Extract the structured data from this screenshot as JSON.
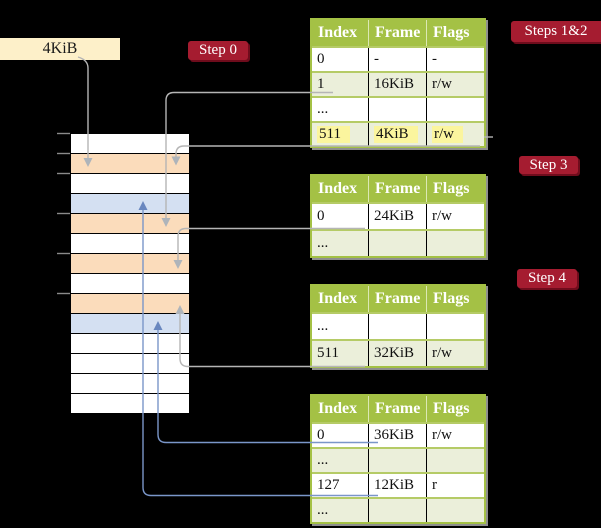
{
  "page_size_box": {
    "label": "4KiB"
  },
  "step_labels": {
    "step0": "Step 0",
    "steps12": "Steps 1&2",
    "step3": "Step 3",
    "step4": "Step 4"
  },
  "memory": {
    "rows": [
      "white",
      "orange",
      "white",
      "blue",
      "orange",
      "white",
      "orange",
      "white",
      "orange",
      "blue",
      "white",
      "white",
      "white",
      "white"
    ]
  },
  "tables": [
    {
      "name": "page-table-steps-1-2",
      "headers": [
        "Index",
        "Frame",
        "Flags"
      ],
      "rows": [
        {
          "cells": [
            "0",
            "-",
            "-"
          ]
        },
        {
          "cells": [
            "1",
            "16KiB",
            "r/w"
          ]
        },
        {
          "cells": [
            "...",
            "",
            ""
          ]
        },
        {
          "cells": [
            "511",
            "4KiB",
            "r/w"
          ],
          "highlight": true
        }
      ]
    },
    {
      "name": "page-table-step-3",
      "headers": [
        "Index",
        "Frame",
        "Flags"
      ],
      "rows": [
        {
          "cells": [
            "0",
            "24KiB",
            "r/w"
          ]
        },
        {
          "cells": [
            "...",
            "",
            ""
          ]
        }
      ]
    },
    {
      "name": "page-table-step-4",
      "headers": [
        "Index",
        "Frame",
        "Flags"
      ],
      "rows": [
        {
          "cells": [
            "...",
            "",
            ""
          ]
        },
        {
          "cells": [
            "511",
            "32KiB",
            "r/w"
          ]
        }
      ]
    },
    {
      "name": "page-table-final",
      "headers": [
        "Index",
        "Frame",
        "Flags"
      ],
      "rows": [
        {
          "cells": [
            "0",
            "36KiB",
            "r/w"
          ]
        },
        {
          "cells": [
            "...",
            "",
            ""
          ]
        },
        {
          "cells": [
            "127",
            "12KiB",
            "r"
          ]
        },
        {
          "cells": [
            "...",
            "",
            ""
          ]
        }
      ]
    }
  ],
  "connectors": [
    {
      "name": "4kib-box-to-frame-4k",
      "color": "#b5b5b5"
    },
    {
      "name": "pt1-entry1-to-frame-16k",
      "color": "#b5b5b5"
    },
    {
      "name": "pt1-entry511-to-frame-4k",
      "color": "#b5b5b5"
    },
    {
      "name": "pt2-entry0-to-frame-24k",
      "color": "#b5b5b5"
    },
    {
      "name": "pt3-entry511-to-frame-32k",
      "color": "#b5b5b5"
    },
    {
      "name": "pt4-entry0-to-frame-36k",
      "color": "#7a96c9"
    },
    {
      "name": "pt4-entry127-to-frame-12k",
      "color": "#7a96c9"
    }
  ],
  "colors": {
    "background": "#000000",
    "white": "#ffffff",
    "orange": "#fbdcbb",
    "blue": "#d4e0f2",
    "cream": "#fdf0c9",
    "table_header_green": "#a4c145",
    "table_row_alt_green": "#ebefda",
    "row_separator_green": "#b5cb66",
    "highlight_yellow": "#fbf59e",
    "step_label_red": "#a51c30",
    "step_label_red_dark": "#6f0c1c",
    "gray_line": "#b5b5b5",
    "blue_line": "#7a96c9",
    "tick_gray": "#8a8a8a"
  }
}
